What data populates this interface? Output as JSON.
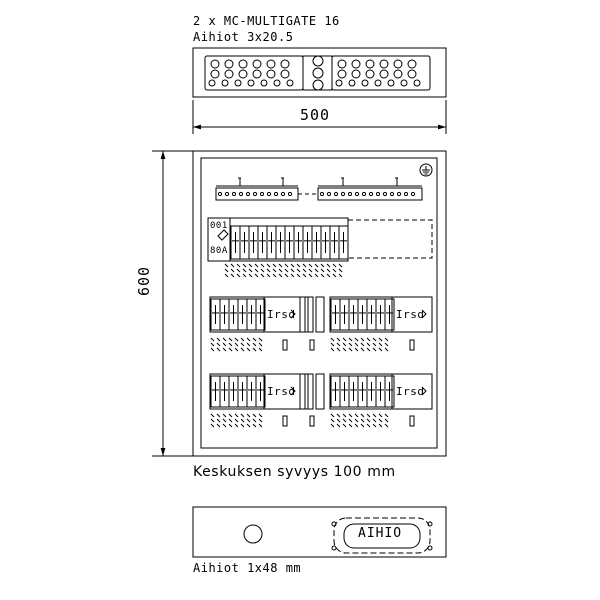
{
  "top_view": {
    "title": "2 x MC-MULTIGATE 16",
    "subtitle": "Aihiot 3x20.5"
  },
  "front_view": {
    "width_dimension": "500",
    "height_dimension": "600",
    "depth_note": "Keskuksen syvyys 100 mm",
    "meter_label_top": "001",
    "meter_label_bottom": "80A",
    "rcd_label": "Irsd",
    "rcd_label_right": "Irsd"
  },
  "bottom_view": {
    "blank_label": "AIHIO",
    "caption": "Aihiot 1x48 mm"
  },
  "colors": {
    "line": "#000000",
    "hidden": "#000000",
    "background": "#ffffff"
  },
  "icons": [
    "ground-symbol-icon",
    "rcd-arrow-icon"
  ]
}
